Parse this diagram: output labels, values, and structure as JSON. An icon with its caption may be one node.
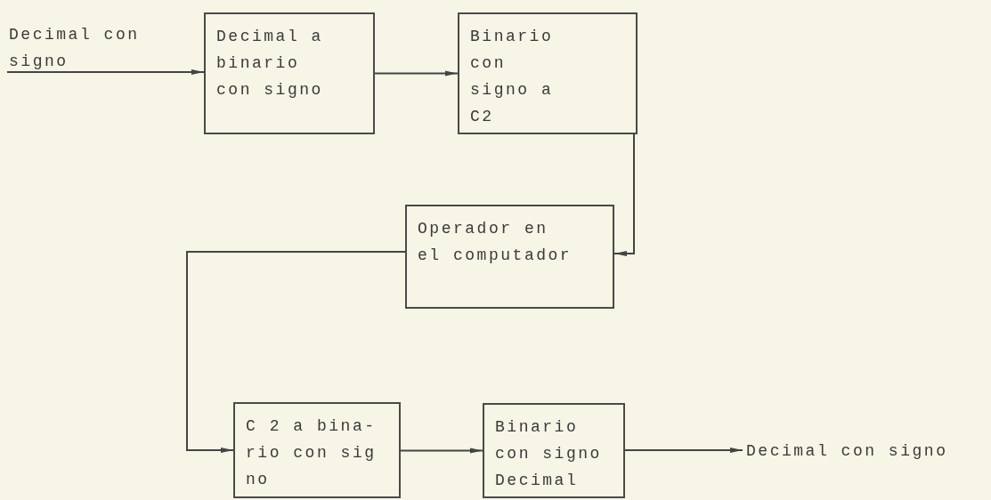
{
  "diagram": {
    "nodes": [
      {
        "text": [
          "Decimal con signo"
        ]
      },
      {
        "text": [
          "Decimal a binario con signo"
        ]
      },
      {
        "text": [
          "Binario con signo a C2"
        ]
      },
      {
        "text": [
          "Operador en el computador"
        ]
      },
      {
        "text": [
          "C 2 a bina- rio con sig no"
        ]
      },
      {
        "text": [
          "Binario con signo Decimal"
        ]
      },
      {
        "text": [
          "Decimal con signo"
        ]
      }
    ],
    "edges": [
      {
        "from": 0,
        "to": 1,
        "arrow": "to"
      },
      {
        "from": 1,
        "to": 2,
        "arrow": "to"
      },
      {
        "from": 2,
        "to": 3,
        "arrow": "to"
      },
      {
        "from": 3,
        "to": 4,
        "arrow": "to"
      },
      {
        "from": 4,
        "to": 5,
        "arrow": "to"
      },
      {
        "from": 5,
        "to": 6,
        "arrow": "to"
      }
    ]
  }
}
